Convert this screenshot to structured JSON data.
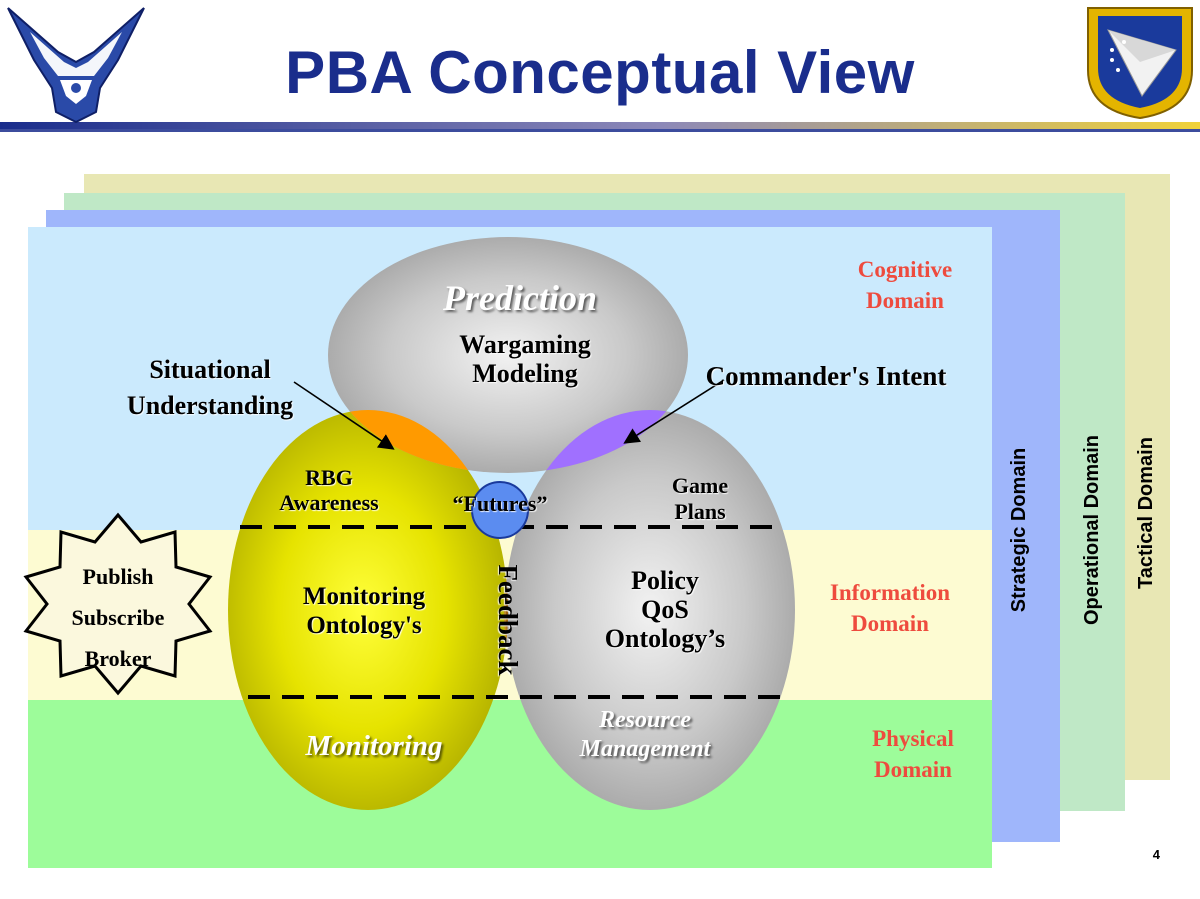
{
  "title": "PBA Conceptual View",
  "colors": {
    "title": "#1a2d8c",
    "cognitive_band": "#cbeafd",
    "information_band": "#fdfbd2",
    "physical_band": "#9dfc9a",
    "strategic_layer": "#9fb6fb",
    "operational_layer": "#bfe8c6",
    "tactical_layer": "#e8e7b4",
    "domain_label": "#ee4b3e",
    "prediction_ellipse": "#a8a8a8",
    "monitoring_ellipse": "#bdbb00",
    "resource_ellipse": "#a8a8a8",
    "situational_lens": "#ff9a00",
    "intent_lens": "#a070ff",
    "feedback_lens": "#9a5a0a",
    "futures_circle": "#5b8cf0"
  },
  "domains": {
    "cognitive": [
      "Cognitive",
      "Domain"
    ],
    "information": [
      "Information",
      "Domain"
    ],
    "physical": [
      "Physical",
      "Domain"
    ]
  },
  "layers": {
    "strategic": "Strategic Domain",
    "operational": "Operational Domain",
    "tactical": "Tactical Domain"
  },
  "labels": {
    "prediction": "Prediction",
    "wargaming": [
      "Wargaming",
      "Modeling"
    ],
    "situational": [
      "Situational",
      "Understanding"
    ],
    "commanders_intent": "Commander's Intent",
    "rbg": [
      "RBG",
      "Awareness"
    ],
    "futures": "“Futures”",
    "game_plans": [
      "Game",
      "Plans"
    ],
    "monitoring_ontology": [
      "Monitoring",
      "Ontology's"
    ],
    "feedback": "Feedback",
    "policy": [
      "Policy",
      "QoS",
      "Ontology’s"
    ],
    "monitoring": "Monitoring",
    "resource_management": [
      "Resource",
      "Management"
    ],
    "publish_broker": [
      "Publish",
      "Subscribe",
      "Broker"
    ]
  },
  "icons": {
    "left_logo": "air-force-wings-logo",
    "right_logo": "afrl-shield-logo"
  },
  "page_number": "4"
}
